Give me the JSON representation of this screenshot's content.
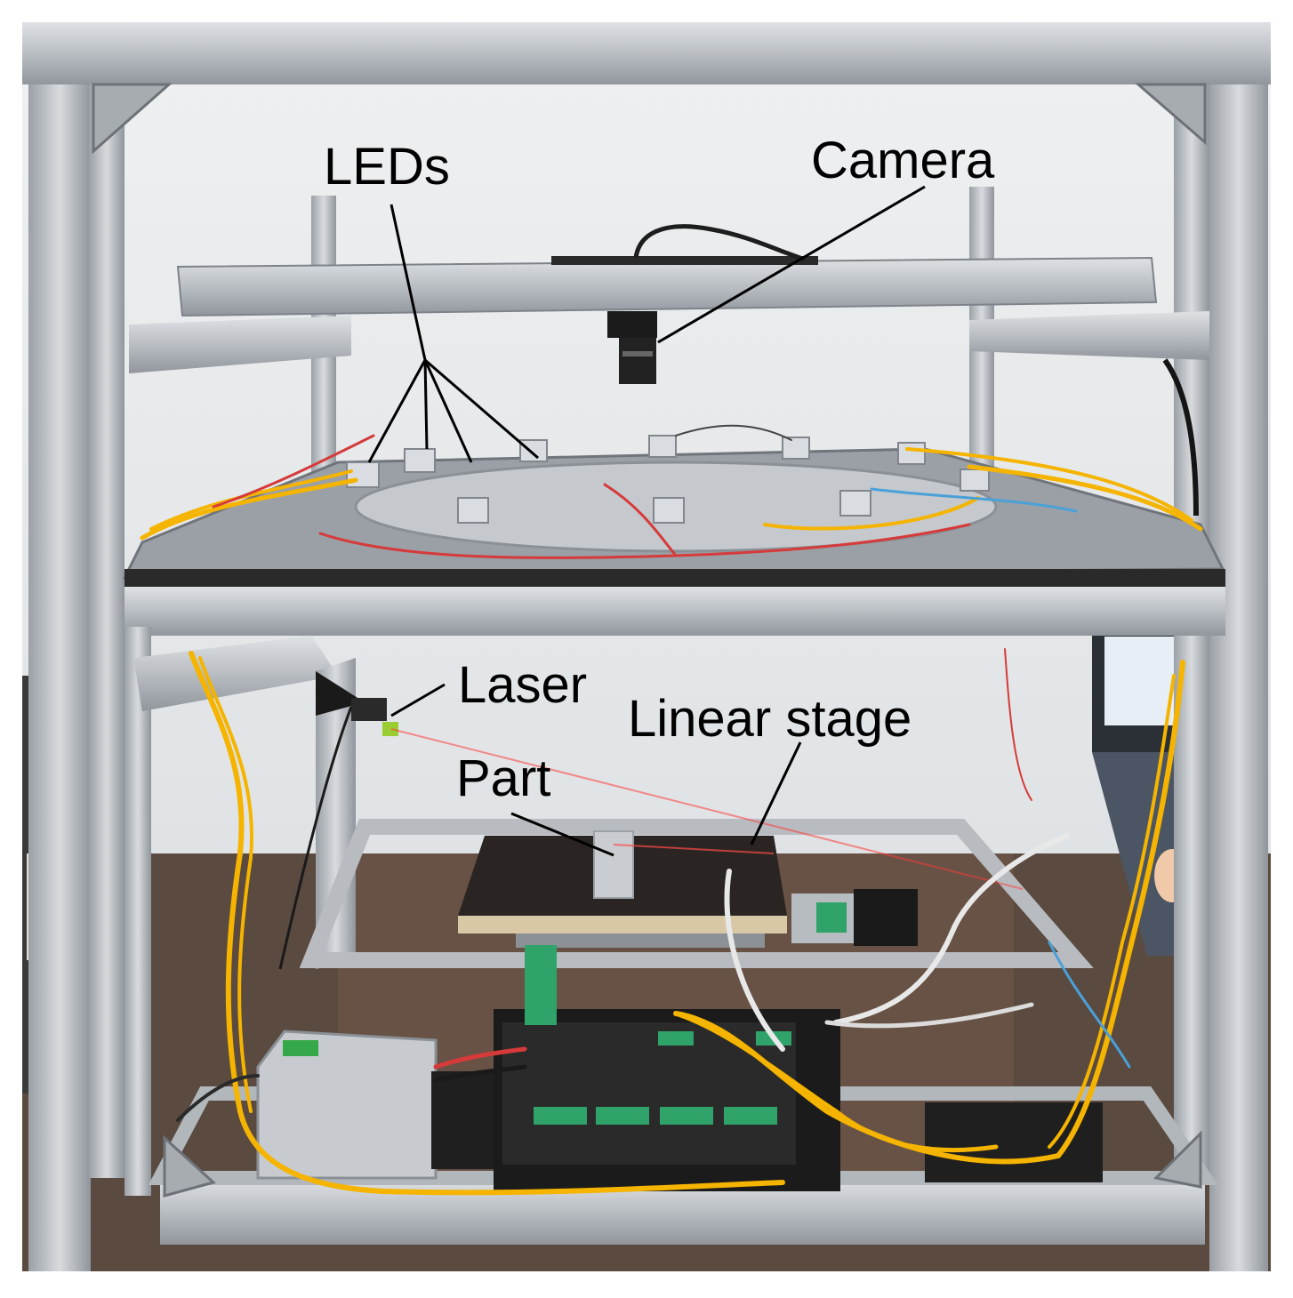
{
  "labels": {
    "leds": "LEDs",
    "camera": "Camera",
    "laser": "Laser",
    "linear_stage": "Linear stage",
    "part": "Part"
  },
  "colors": {
    "aluminum": "#bfc3c7",
    "aluminum_dark": "#8e949a",
    "wall": "#e6e8ea",
    "table": "#4a3b33",
    "wire_yellow": "#f5b400",
    "wire_red": "#d63a3a",
    "board_green": "#2fa36a",
    "stage_black": "#202020",
    "leader_line": "#000000"
  }
}
